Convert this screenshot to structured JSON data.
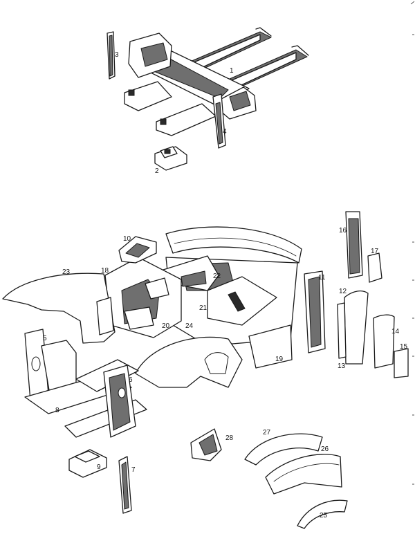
{
  "callouts": [
    "1",
    "2",
    "3",
    "4",
    "5",
    "6",
    "7",
    "8",
    "9",
    "10",
    "11",
    "12",
    "13",
    "14",
    "15",
    "16",
    "17",
    "18",
    "19",
    "20",
    "21",
    "22",
    "23",
    "24",
    "25",
    "26",
    "27",
    "28"
  ],
  "colors": {
    "ink": "#1a1a1a",
    "shade": "#6f6f6f",
    "paper": "#ffffff"
  }
}
